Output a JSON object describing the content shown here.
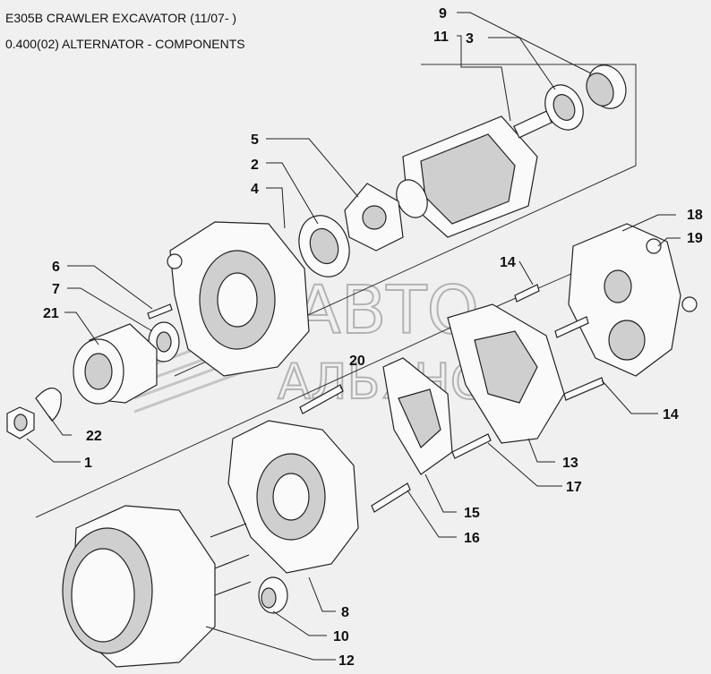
{
  "header": {
    "model": "E305B CRAWLER EXCAVATOR (11/07- )",
    "section": "0.400(02) ALTERNATOR - COMPONENTS"
  },
  "watermark": {
    "line1": "АВТО",
    "line2": "АЛЬЯНС"
  },
  "callouts": {
    "c1": "1",
    "c2": "2",
    "c3": "3",
    "c4": "4",
    "c5": "5",
    "c6": "6",
    "c7": "7",
    "c8": "8",
    "c9": "9",
    "c10": "10",
    "c11": "11",
    "c12": "12",
    "c13": "13",
    "c14a": "14",
    "c14b": "14",
    "c15": "15",
    "c16": "16",
    "c17": "17",
    "c18": "18",
    "c19": "19",
    "c20": "20",
    "c21": "21",
    "c22": "22"
  }
}
